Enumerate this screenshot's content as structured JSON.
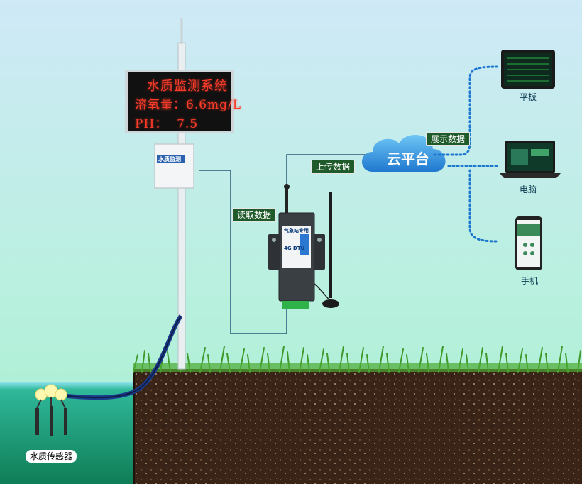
{
  "led_board": {
    "line1": "水质监测系统",
    "line2": "溶氧量：6.6mg/L",
    "line3": "PH：  7.5"
  },
  "control_box_label": "水质监测",
  "cloud_label": "云平台",
  "link_labels": {
    "read_data": "读取数据",
    "upload_data": "上传数据",
    "display_data": "展示数据"
  },
  "dtu": {
    "title": "气象站专用",
    "model": "4G DTU"
  },
  "devices": {
    "tablet": "平板",
    "computer": "电脑",
    "phone": "手机"
  },
  "sensor_label": "水质传感器",
  "colors": {
    "led_red": "#ff3b2a",
    "cloud_blue": "#2a8ad8",
    "label_green": "#1f5a2a",
    "dotted_blue": "#1e78d0",
    "soil": "#3a2418",
    "grass": "#3f9a2a",
    "water": "#1e9f7a"
  }
}
